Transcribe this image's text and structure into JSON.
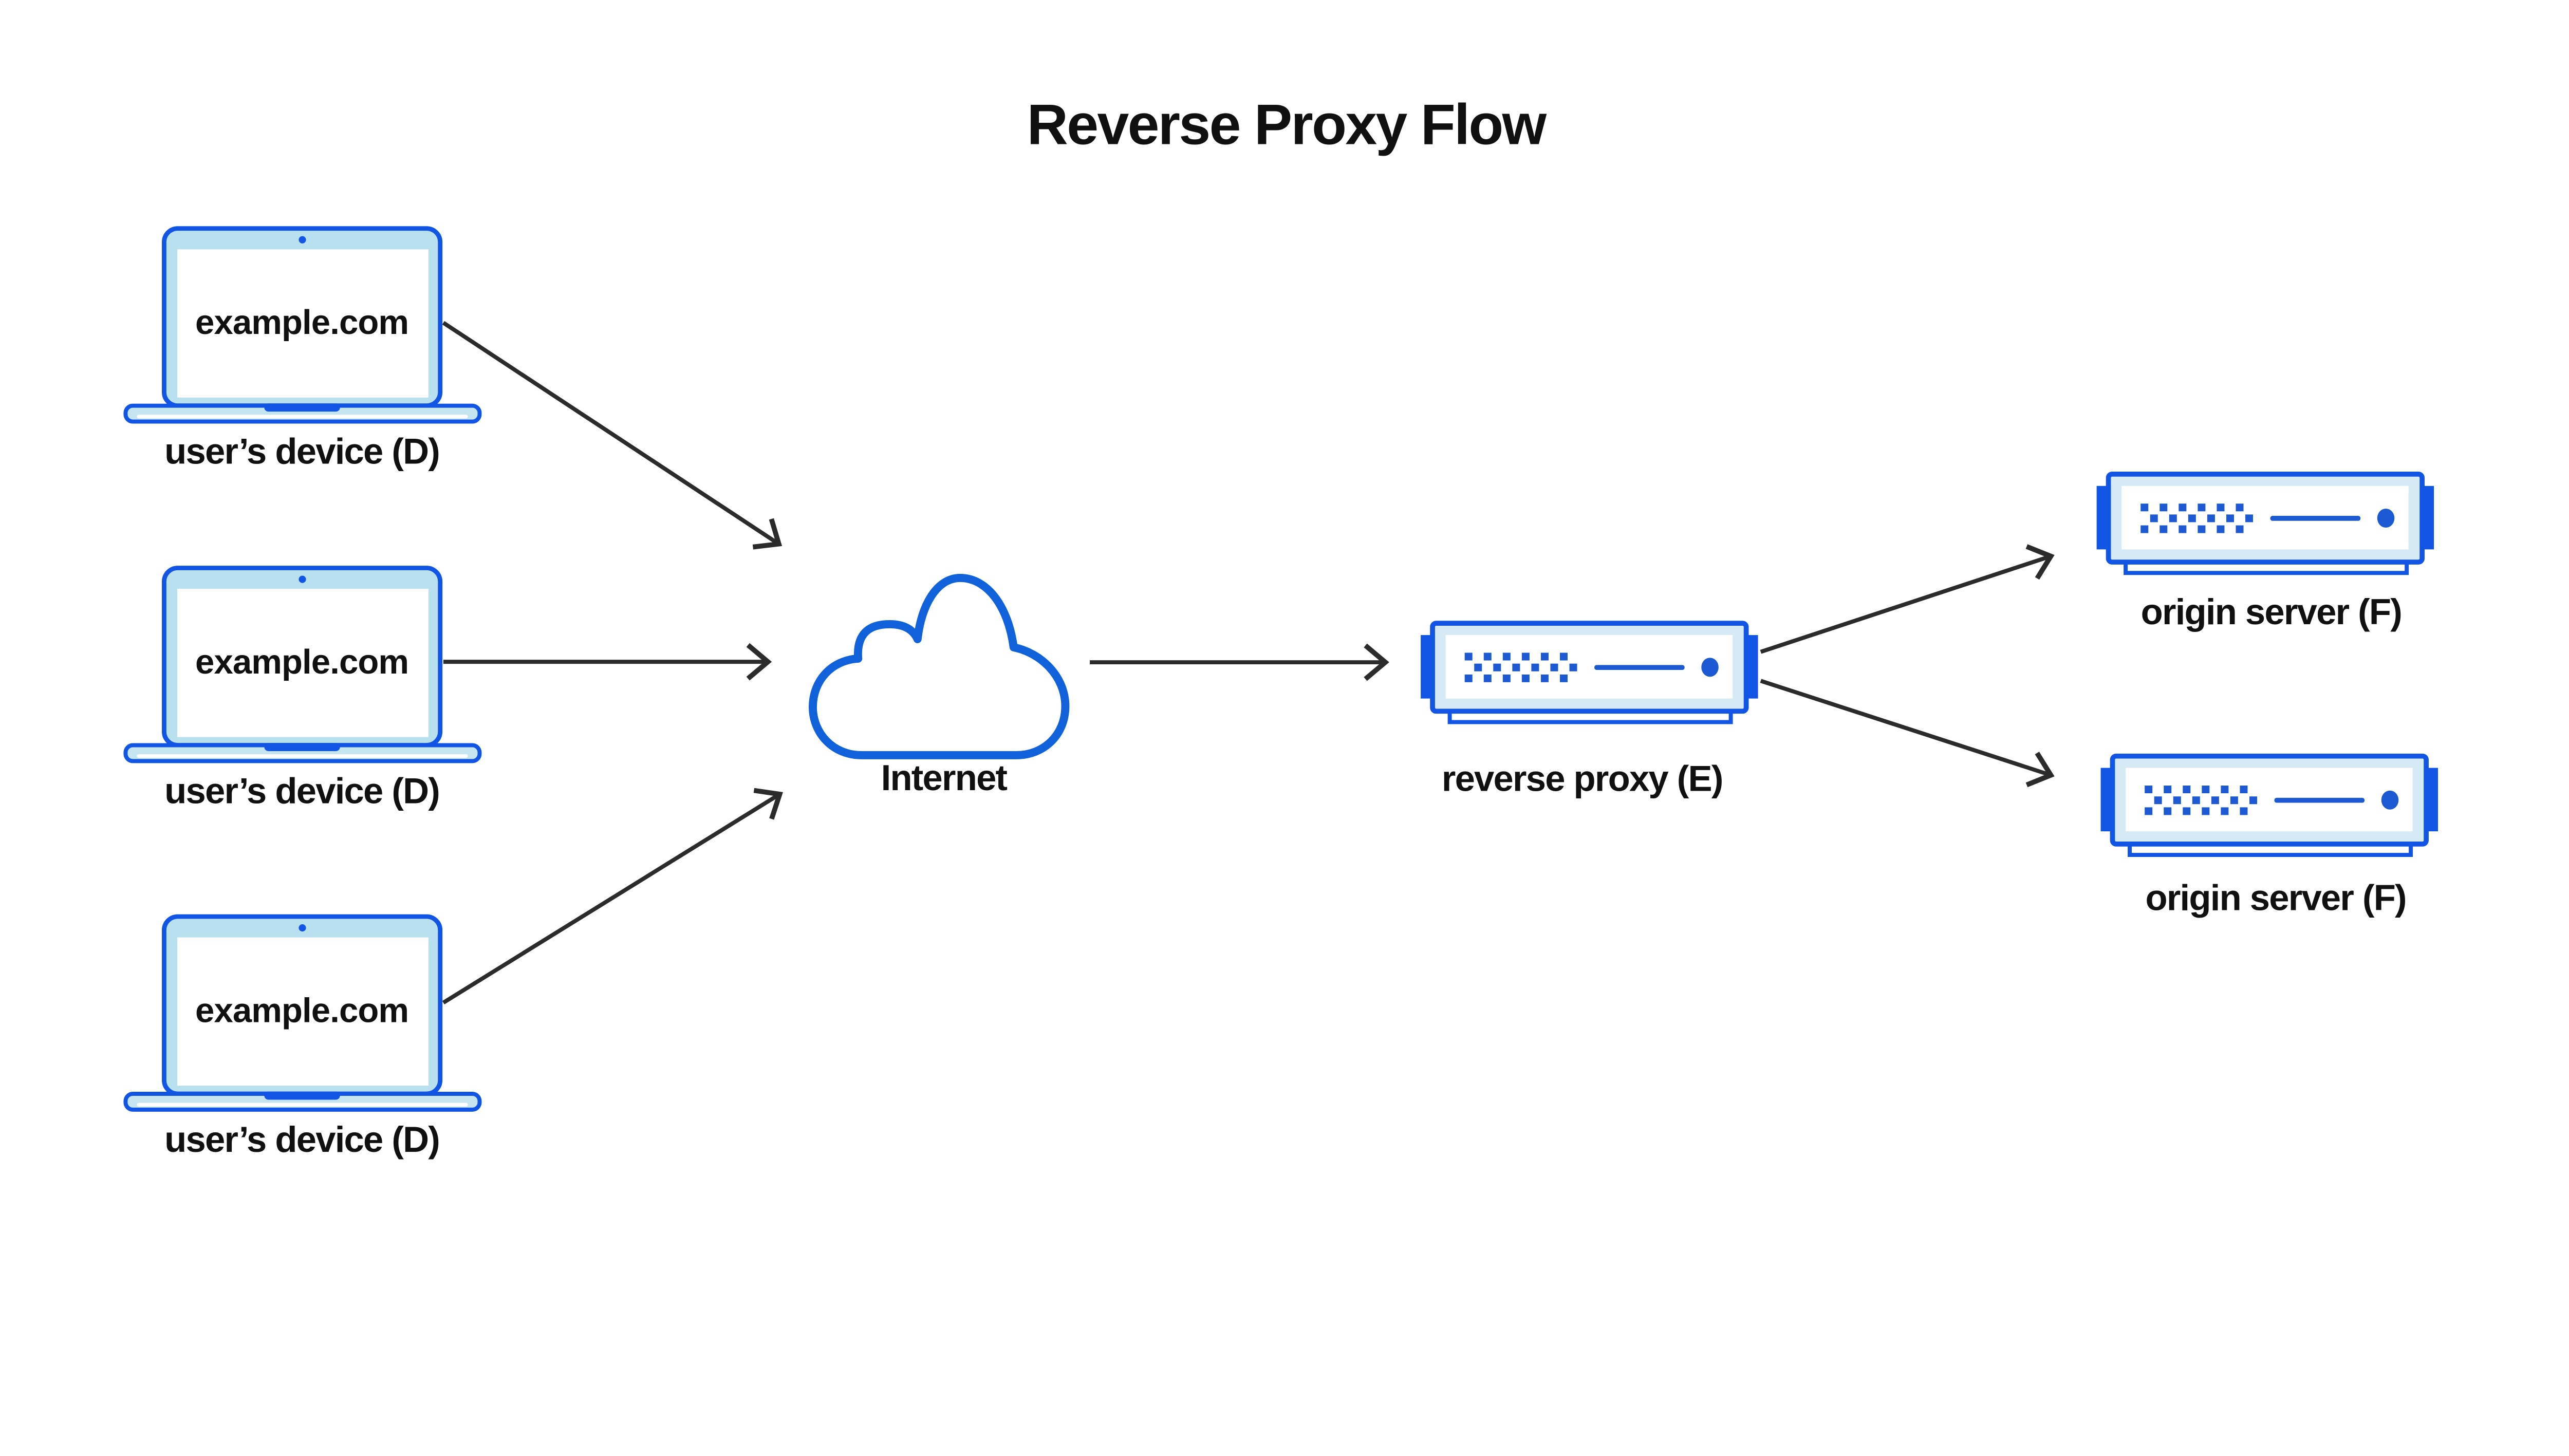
{
  "diagram": {
    "title": "Reverse Proxy Flow",
    "nodes": {
      "devices": [
        {
          "id": "user-device-1",
          "icon": "laptop-icon",
          "screen_text": "example.com",
          "label": "user’s device (D)"
        },
        {
          "id": "user-device-2",
          "icon": "laptop-icon",
          "screen_text": "example.com",
          "label": "user’s device (D)"
        },
        {
          "id": "user-device-3",
          "icon": "laptop-icon",
          "screen_text": "example.com",
          "label": "user’s device (D)"
        }
      ],
      "internet": {
        "id": "internet",
        "icon": "cloud-icon",
        "label": "Internet"
      },
      "reverse_proxy": {
        "id": "reverse-proxy",
        "icon": "server-icon",
        "label": "reverse proxy (E)"
      },
      "origin_servers": [
        {
          "id": "origin-server-1",
          "icon": "server-icon",
          "label": "origin server (F)"
        },
        {
          "id": "origin-server-2",
          "icon": "server-icon",
          "label": "origin server (F)"
        }
      ]
    },
    "edges": [
      {
        "from": "user-device-1",
        "to": "internet"
      },
      {
        "from": "user-device-2",
        "to": "internet"
      },
      {
        "from": "user-device-3",
        "to": "internet"
      },
      {
        "from": "internet",
        "to": "reverse-proxy"
      },
      {
        "from": "reverse-proxy",
        "to": "origin-server-1"
      },
      {
        "from": "reverse-proxy",
        "to": "origin-server-2"
      }
    ],
    "colors": {
      "brand_blue": "#1254E4",
      "cloud_blue": "#1161DB",
      "dot_blue": "#1D59D2",
      "laptop_bezel": "#B9E0EE",
      "server_fill": "#D5EAF4",
      "arrow": "#2B2B2B",
      "text": "#101010",
      "background": "#FFFFFF"
    }
  }
}
